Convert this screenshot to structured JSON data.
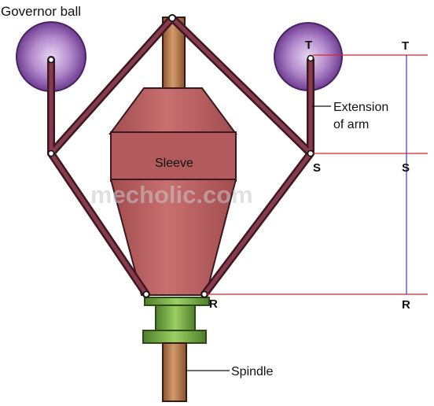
{
  "labels": {
    "governor_ball": "Governor ball",
    "extension_of_arm_line1": "Extension",
    "extension_of_arm_line2": "of arm",
    "sleeve": "Sleeve",
    "spindle": "Spindle",
    "point_t": "T",
    "point_s": "S",
    "point_r": "R",
    "dim_t": "T",
    "dim_s": "S",
    "dim_r": "R"
  },
  "watermark": "mecholic.com",
  "colors": {
    "ball_center": "#c9a8dc",
    "ball_edge": "#6f3d92",
    "arm": "#7b3345",
    "arm_dark": "#3a1a20",
    "sleeve": "#b96060",
    "sleeve_dark": "#8a3f42",
    "spindle": "#b87a4d",
    "collar": "#7fb24a",
    "guide_line": "#e2232a",
    "dim_line": "#3a37c8"
  }
}
